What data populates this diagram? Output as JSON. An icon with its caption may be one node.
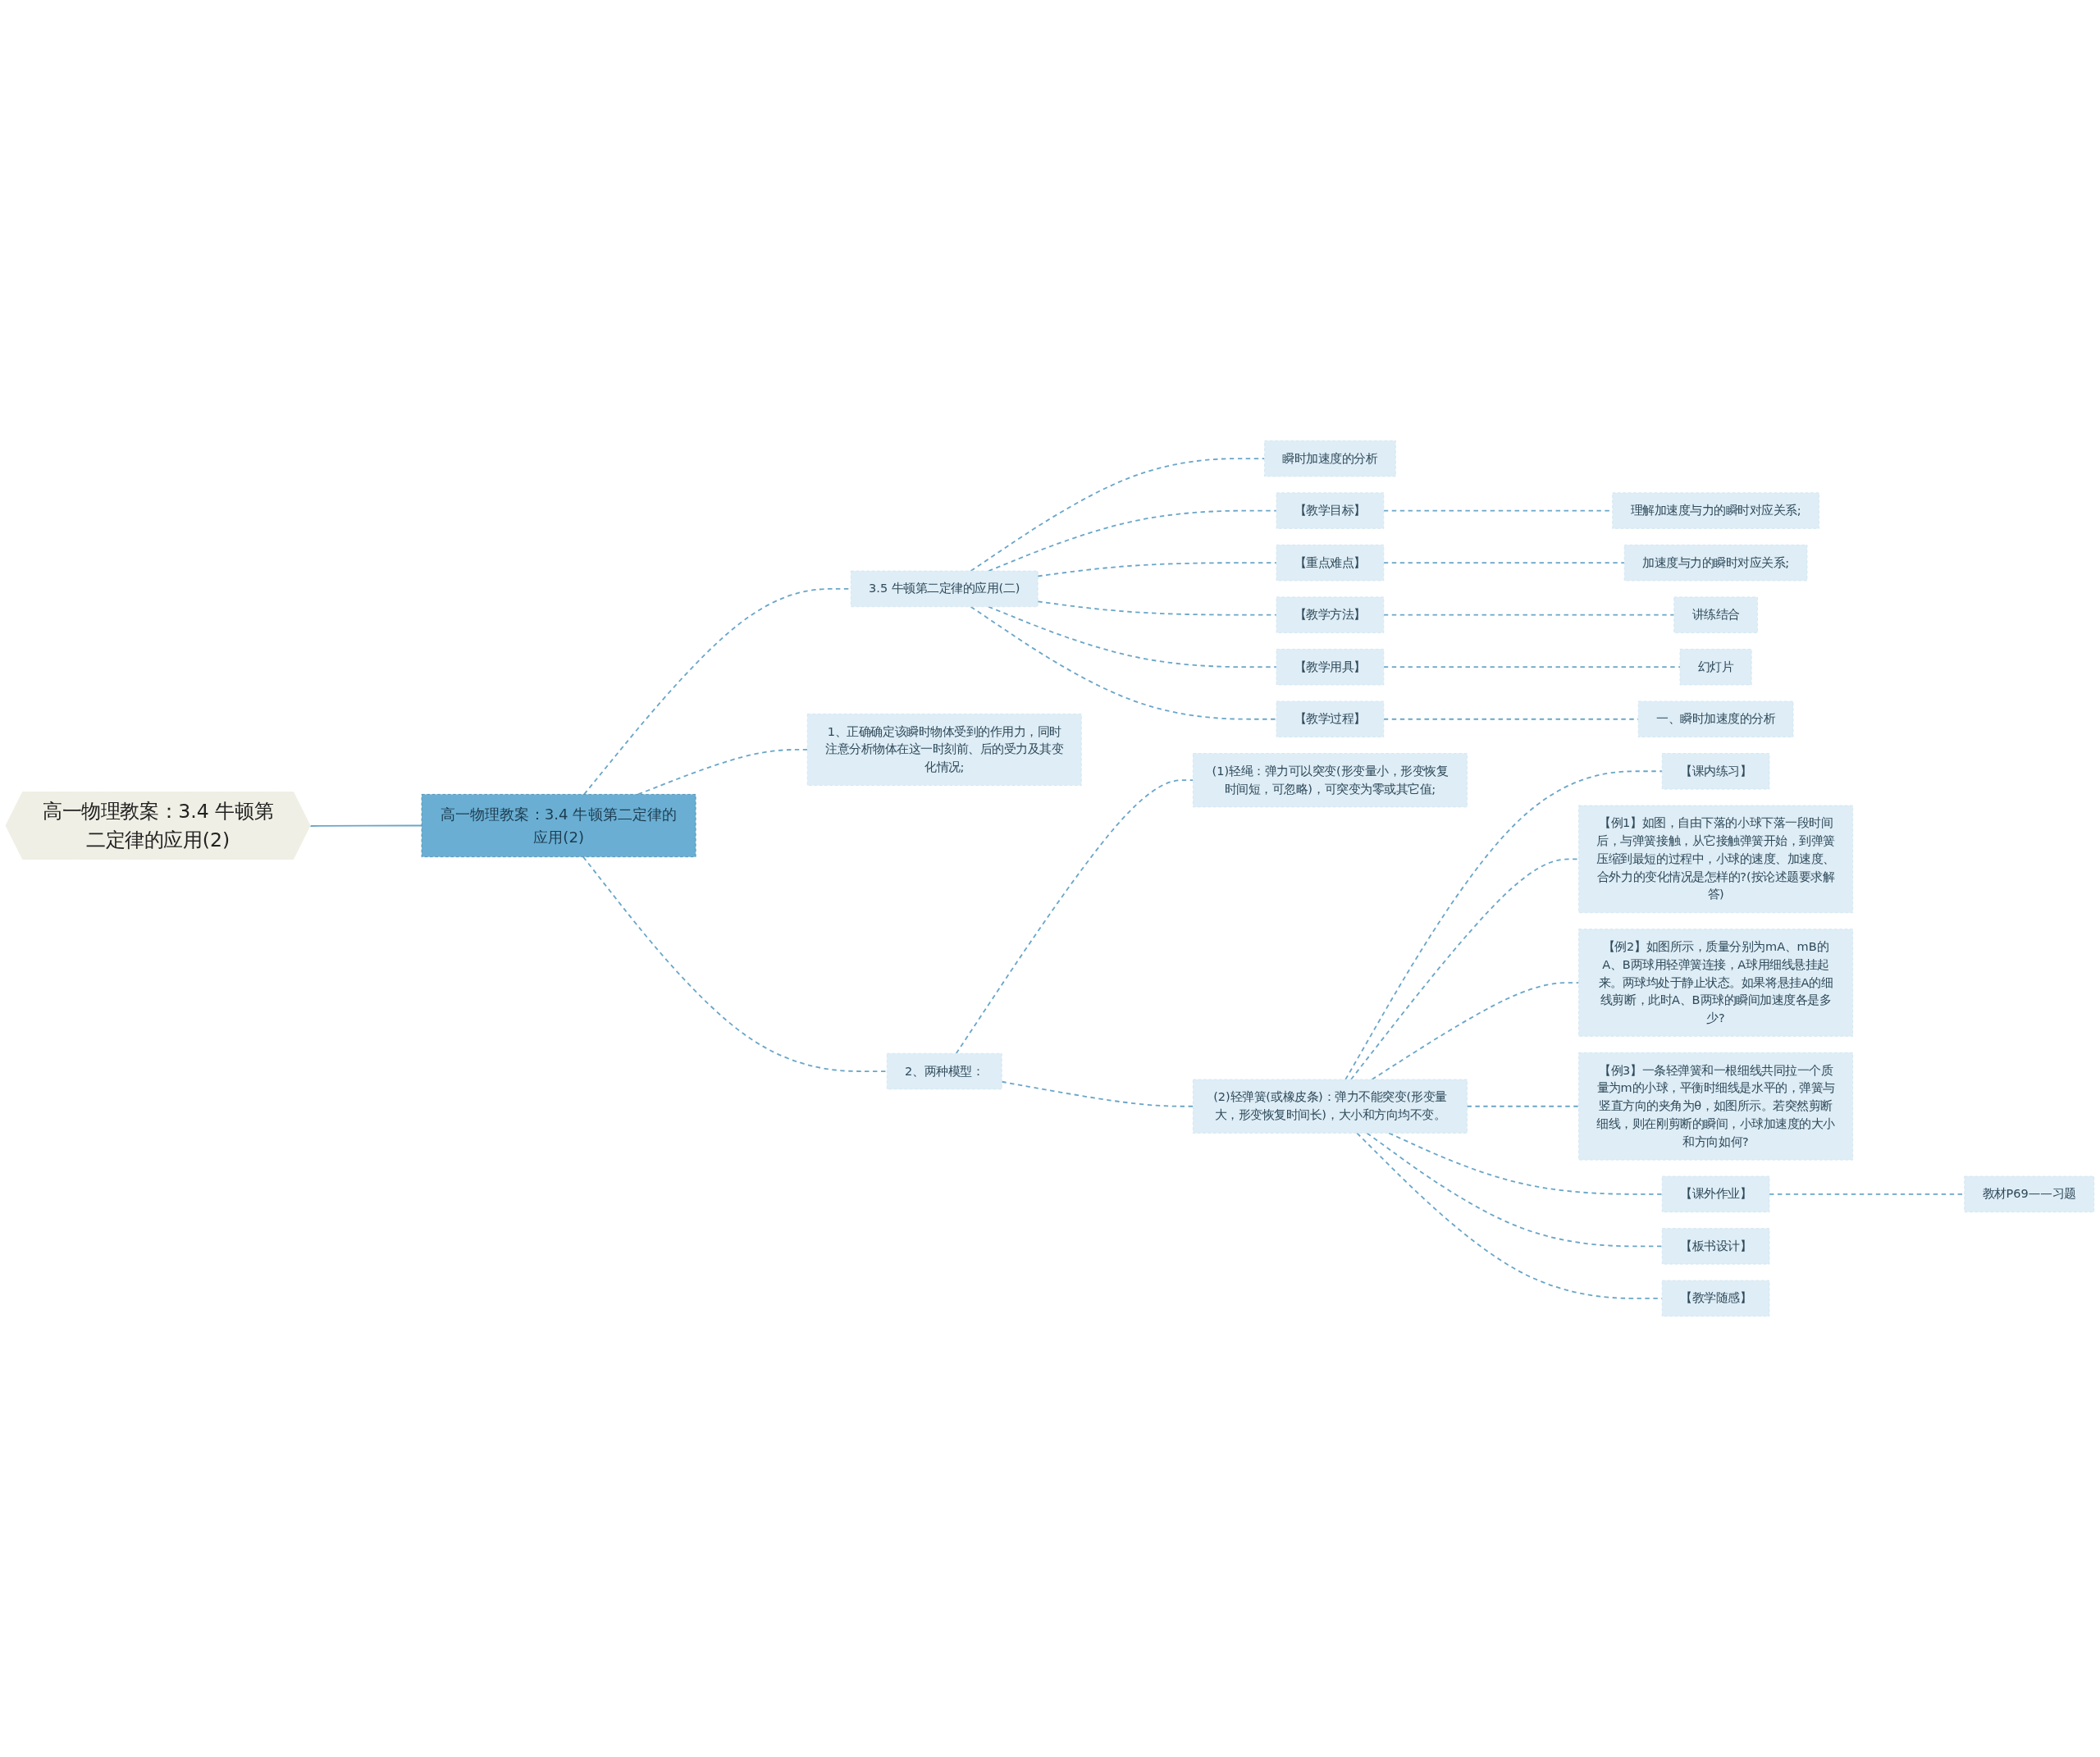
{
  "diagram": {
    "nodes": [
      {
        "text": [
          "高一物理教案：3.4 牛顿第二定律的应用(2)"
        ]
      },
      {
        "text": [
          "高一物理教案：3.4 牛顿第二定律的应用(2)"
        ]
      },
      {
        "text": [
          "3.5 牛顿第二定律的应用(二)"
        ]
      },
      {
        "text": [
          "瞬时加速度的分析"
        ]
      },
      {
        "text": [
          "【教学目标】"
        ]
      },
      {
        "text": [
          "理解加速度与力的瞬时对应关系;"
        ]
      },
      {
        "text": [
          "【重点难点】"
        ]
      },
      {
        "text": [
          "加速度与力的瞬时对应关系;"
        ]
      },
      {
        "text": [
          "【教学方法】"
        ]
      },
      {
        "text": [
          "讲练结合"
        ]
      },
      {
        "text": [
          "【教学用具】"
        ]
      },
      {
        "text": [
          "幻灯片"
        ]
      },
      {
        "text": [
          "【教学过程】"
        ]
      },
      {
        "text": [
          "一、瞬时加速度的分析"
        ]
      },
      {
        "text": [
          "1、正确确定该瞬时物体受到的作用力，同时注意分析物体在这一时刻前、后的受力及其变化情况;"
        ]
      },
      {
        "text": [
          "2、两种模型："
        ]
      },
      {
        "text": [
          "(1)轻绳：弹力可以突变(形变量小，形变恢复时间短，可忽略)，可突变为零或其它值;"
        ]
      },
      {
        "text": [
          "(2)轻弹簧(或橡皮条)：弹力不能突变(形变量大，形变恢复时间长)，大小和方向均不变。"
        ]
      },
      {
        "text": [
          "【课内练习】"
        ]
      },
      {
        "text": [
          "【例1】如图，自由下落的小球下落一段时间后，与弹簧接触，从它接触弹簧开始，到弹簧压缩到最短的过程中，小球的速度、加速度、合外力的变化情况是怎样的?(按论述题要求解答)"
        ]
      },
      {
        "text": [
          "【例2】如图所示，质量分别为mA、mB的A、B两球用轻弹簧连接，A球用细线悬挂起来。两球均处于静止状态。如果将悬挂A的细线剪断，此时A、B两球的瞬间加速度各是多少?"
        ]
      },
      {
        "text": [
          "【例3】一条轻弹簧和一根细线共同拉一个质量为m的小球，平衡时细线是水平的，弹簧与竖直方向的夹角为θ，如图所示。若突然剪断细线，则在刚剪断的瞬间，小球加速度的大小和方向如何?"
        ]
      },
      {
        "text": [
          "【课外作业】"
        ]
      },
      {
        "text": [
          "教材P69——习题"
        ]
      },
      {
        "text": [
          "【板书设计】"
        ]
      },
      {
        "text": [
          "【教学随感】"
        ]
      }
    ],
    "edges": [
      {
        "from": 0,
        "to": 1,
        "arrow": "none"
      },
      {
        "from": 1,
        "to": 2,
        "arrow": "none",
        "style": "dashed"
      },
      {
        "from": 2,
        "to": 3,
        "arrow": "none",
        "style": "dashed"
      },
      {
        "from": 2,
        "to": 4,
        "arrow": "none",
        "style": "dashed"
      },
      {
        "from": 4,
        "to": 5,
        "arrow": "none",
        "style": "dashed"
      },
      {
        "from": 2,
        "to": 6,
        "arrow": "none",
        "style": "dashed"
      },
      {
        "from": 6,
        "to": 7,
        "arrow": "none",
        "style": "dashed"
      },
      {
        "from": 2,
        "to": 8,
        "arrow": "none",
        "style": "dashed"
      },
      {
        "from": 8,
        "to": 9,
        "arrow": "none",
        "style": "dashed"
      },
      {
        "from": 2,
        "to": 10,
        "arrow": "none",
        "style": "dashed"
      },
      {
        "from": 10,
        "to": 11,
        "arrow": "none",
        "style": "dashed"
      },
      {
        "from": 2,
        "to": 12,
        "arrow": "none",
        "style": "dashed"
      },
      {
        "from": 12,
        "to": 13,
        "arrow": "none",
        "style": "dashed"
      },
      {
        "from": 1,
        "to": 14,
        "arrow": "none",
        "style": "dashed"
      },
      {
        "from": 1,
        "to": 15,
        "arrow": "none",
        "style": "dashed"
      },
      {
        "from": 15,
        "to": 16,
        "arrow": "none",
        "style": "dashed"
      },
      {
        "from": 15,
        "to": 17,
        "arrow": "none",
        "style": "dashed"
      },
      {
        "from": 17,
        "to": 18,
        "arrow": "none",
        "style": "dashed"
      },
      {
        "from": 17,
        "to": 19,
        "arrow": "none",
        "style": "dashed"
      },
      {
        "from": 17,
        "to": 20,
        "arrow": "none",
        "style": "dashed"
      },
      {
        "from": 17,
        "to": 21,
        "arrow": "none",
        "style": "dashed"
      },
      {
        "from": 17,
        "to": 22,
        "arrow": "none",
        "style": "dashed"
      },
      {
        "from": 22,
        "to": 23,
        "arrow": "none",
        "style": "dashed"
      },
      {
        "from": 17,
        "to": 24,
        "arrow": "none",
        "style": "dashed"
      },
      {
        "from": 17,
        "to": 25,
        "arrow": "none",
        "style": "dashed"
      }
    ]
  }
}
